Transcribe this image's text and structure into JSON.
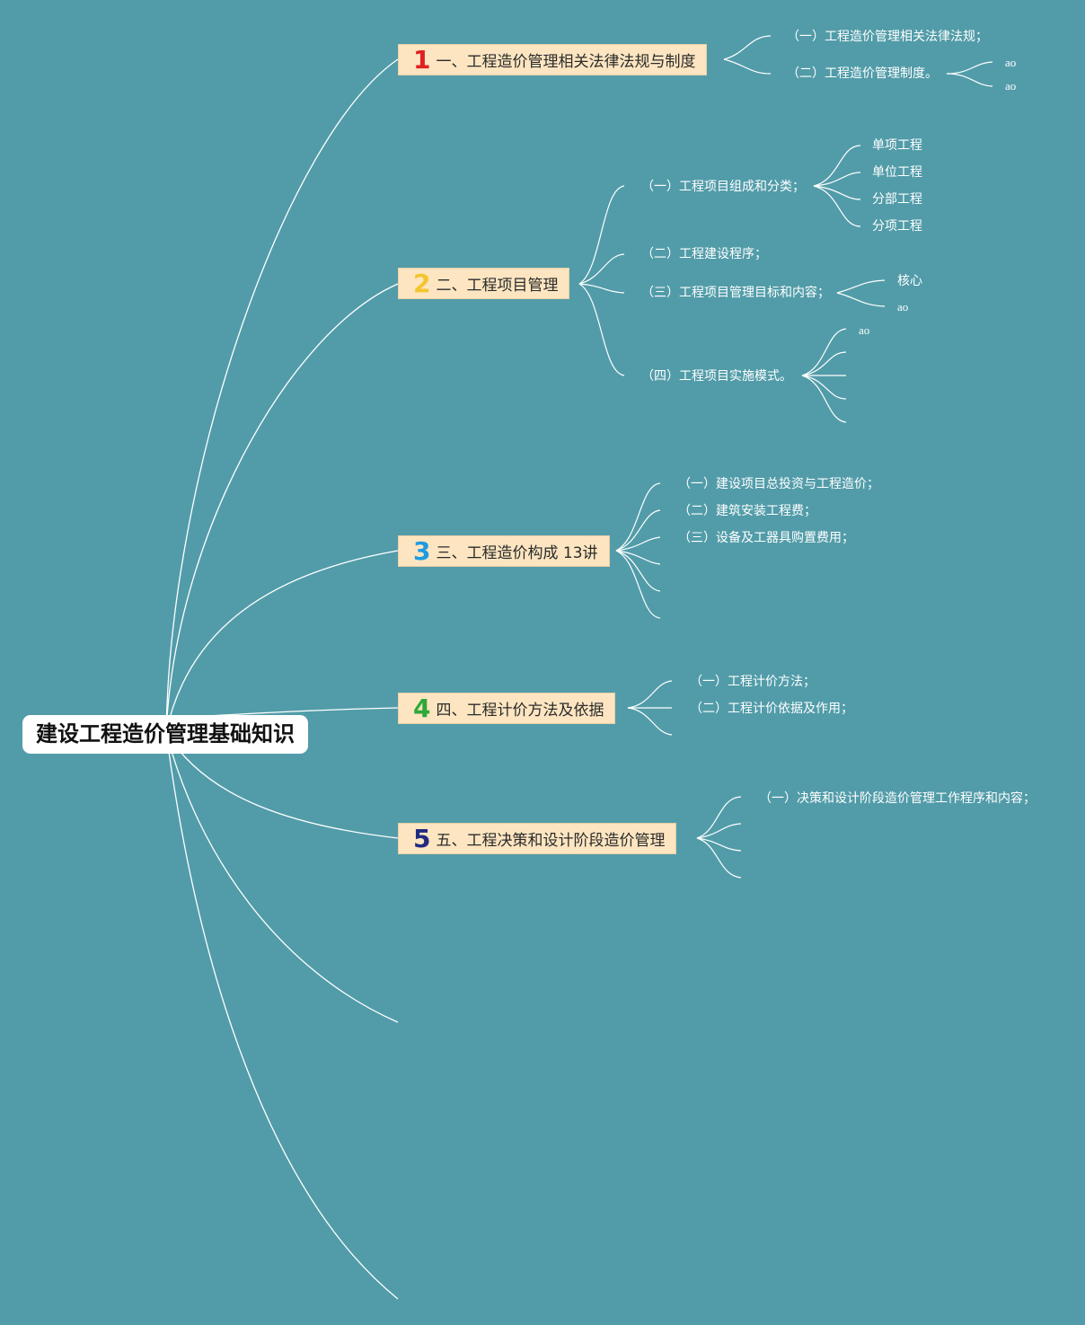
{
  "root": {
    "label": "建设工程造价管理基础知识"
  },
  "topics": [
    {
      "num": "1",
      "num_color": "#e02020",
      "label": "一、工程造价管理相关法律法规与制度",
      "subs": [
        {
          "label": "（一）工程造价管理相关法律法规；"
        },
        {
          "label": "（二）工程造价管理制度。",
          "children": [
            "ao",
            "ao"
          ]
        }
      ]
    },
    {
      "num": "2",
      "num_color": "#f4c430",
      "label": "二、工程项目管理",
      "subs": [
        {
          "label": "（一）工程项目组成和分类；",
          "children": [
            "单项工程",
            "单位工程",
            "分部工程",
            "分项工程"
          ]
        },
        {
          "label": "（二）工程建设程序；"
        },
        {
          "label": "（三）工程项目管理目标和内容；",
          "children": [
            "核心",
            "ao"
          ]
        },
        {
          "label": "（四）工程项目实施模式。",
          "children": [
            "ao"
          ]
        }
      ]
    },
    {
      "num": "3",
      "num_color": "#1e9be0",
      "label": "三、工程造价构成 13讲",
      "subs": [
        {
          "label": "（一）建设项目总投资与工程造价；"
        },
        {
          "label": "（二）建筑安装工程费；"
        },
        {
          "label": "（三）设备及工器具购置费用；"
        }
      ]
    },
    {
      "num": "4",
      "num_color": "#2ea83a",
      "label": "四、工程计价方法及依据",
      "subs": [
        {
          "label": "（一）工程计价方法；"
        },
        {
          "label": "（二）工程计价依据及作用；"
        }
      ]
    },
    {
      "num": "5",
      "num_color": "#1f2a80",
      "label": "五、工程决策和设计阶段造价管理",
      "subs": [
        {
          "label": "（一）决策和设计阶段造价管理工作程序和内容；"
        }
      ]
    }
  ],
  "colors": {
    "background": "#529ca9",
    "topic_fill": "#fce5c0",
    "line": "#ffffff",
    "root_fill": "#ffffff"
  }
}
